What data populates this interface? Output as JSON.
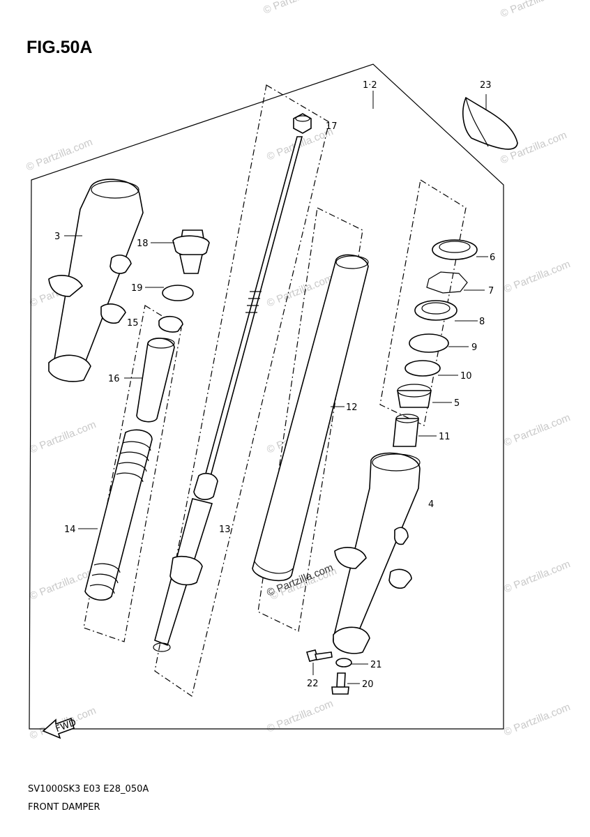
{
  "figure_title": "FIG.50A",
  "model_code": "SV1000SK3 E03 E28_050A",
  "caption": "FRONT DAMPER",
  "watermark": "© Partzilla.com",
  "fwd_symbol": "FWD",
  "parts": [
    {
      "id": "p12",
      "label": "1·2"
    },
    {
      "id": "p23",
      "label": "23"
    },
    {
      "id": "p17",
      "label": "17"
    },
    {
      "id": "p3",
      "label": "3"
    },
    {
      "id": "p18",
      "label": "18"
    },
    {
      "id": "p19",
      "label": "19"
    },
    {
      "id": "p15",
      "label": "15"
    },
    {
      "id": "p16",
      "label": "16"
    },
    {
      "id": "p6",
      "label": "6"
    },
    {
      "id": "p7",
      "label": "7"
    },
    {
      "id": "p8",
      "label": "8"
    },
    {
      "id": "p9",
      "label": "9"
    },
    {
      "id": "p10",
      "label": "10"
    },
    {
      "id": "p5",
      "label": "5"
    },
    {
      "id": "p11",
      "label": "11"
    },
    {
      "id": "p12b",
      "label": "12"
    },
    {
      "id": "p4",
      "label": "4"
    },
    {
      "id": "p14",
      "label": "14"
    },
    {
      "id": "p13",
      "label": "13"
    },
    {
      "id": "p21",
      "label": "21"
    },
    {
      "id": "p22",
      "label": "22"
    },
    {
      "id": "p20",
      "label": "20"
    }
  ]
}
